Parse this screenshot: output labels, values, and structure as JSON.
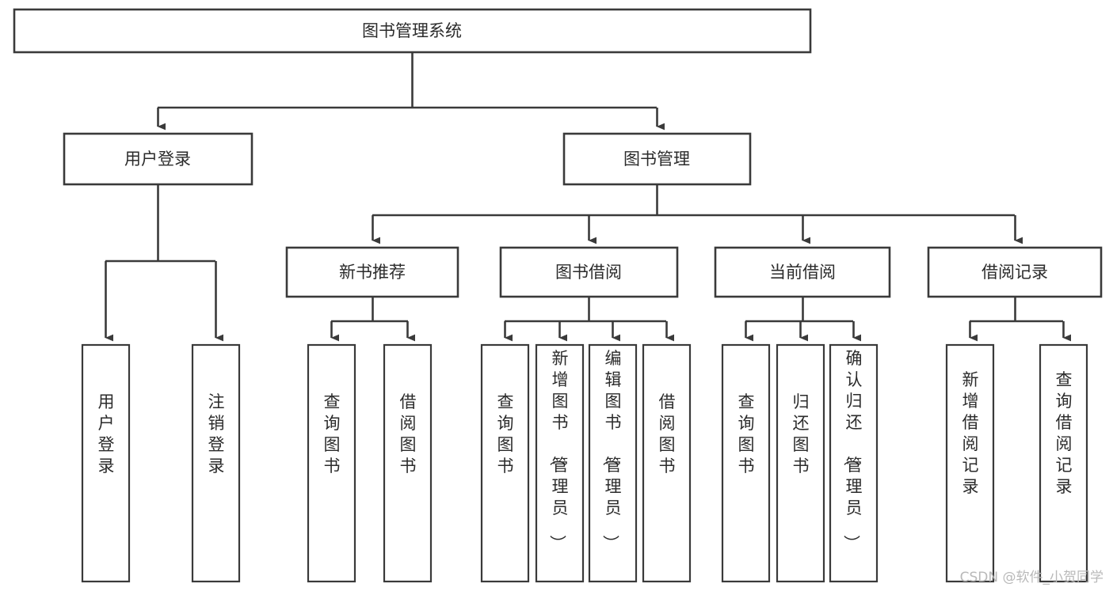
{
  "diagram": {
    "title": "图书管理系统",
    "type": "tree-hierarchy",
    "root": {
      "id": "root",
      "label": "图书管理系统"
    },
    "level2": [
      {
        "id": "user-login",
        "label": "用户登录"
      },
      {
        "id": "book-manage",
        "label": "图书管理"
      }
    ],
    "level3": [
      {
        "id": "new-book-rec",
        "label": "新书推荐",
        "parent": "book-manage"
      },
      {
        "id": "book-borrow",
        "label": "图书借阅",
        "parent": "book-manage"
      },
      {
        "id": "current-borrow",
        "label": "当前借阅",
        "parent": "book-manage"
      },
      {
        "id": "borrow-record",
        "label": "借阅记录",
        "parent": "book-manage"
      }
    ],
    "leaves": {
      "user-login": [
        {
          "id": "leaf-user-login",
          "label": "用户登录"
        },
        {
          "id": "leaf-user-logout",
          "label": "注销登录"
        }
      ],
      "new-book-rec": [
        {
          "id": "leaf-query-book-1",
          "label": "查询图书"
        },
        {
          "id": "leaf-borrow-book-1",
          "label": "借阅图书"
        }
      ],
      "book-borrow": [
        {
          "id": "leaf-query-book-2",
          "label": "查询图书"
        },
        {
          "id": "leaf-add-book",
          "label": "新增图书（管理员）"
        },
        {
          "id": "leaf-edit-book",
          "label": "编辑图书（管理员）"
        },
        {
          "id": "leaf-borrow-book-2",
          "label": "借阅图书"
        }
      ],
      "current-borrow": [
        {
          "id": "leaf-query-book-3",
          "label": "查询图书"
        },
        {
          "id": "leaf-return-book",
          "label": "归还图书"
        },
        {
          "id": "leaf-confirm-return",
          "label": "确认归还（管理员）"
        }
      ],
      "borrow-record": [
        {
          "id": "leaf-add-record",
          "label": "新增借阅记录"
        },
        {
          "id": "leaf-query-record",
          "label": "查询借阅记录"
        }
      ]
    }
  },
  "watermark": {
    "text": "CSDN @软件_小贺同学"
  },
  "colors": {
    "stroke": "#3a3a3a",
    "fill": "#ffffff",
    "text": "#2b2b2b",
    "watermark": "#b9b9b9"
  }
}
